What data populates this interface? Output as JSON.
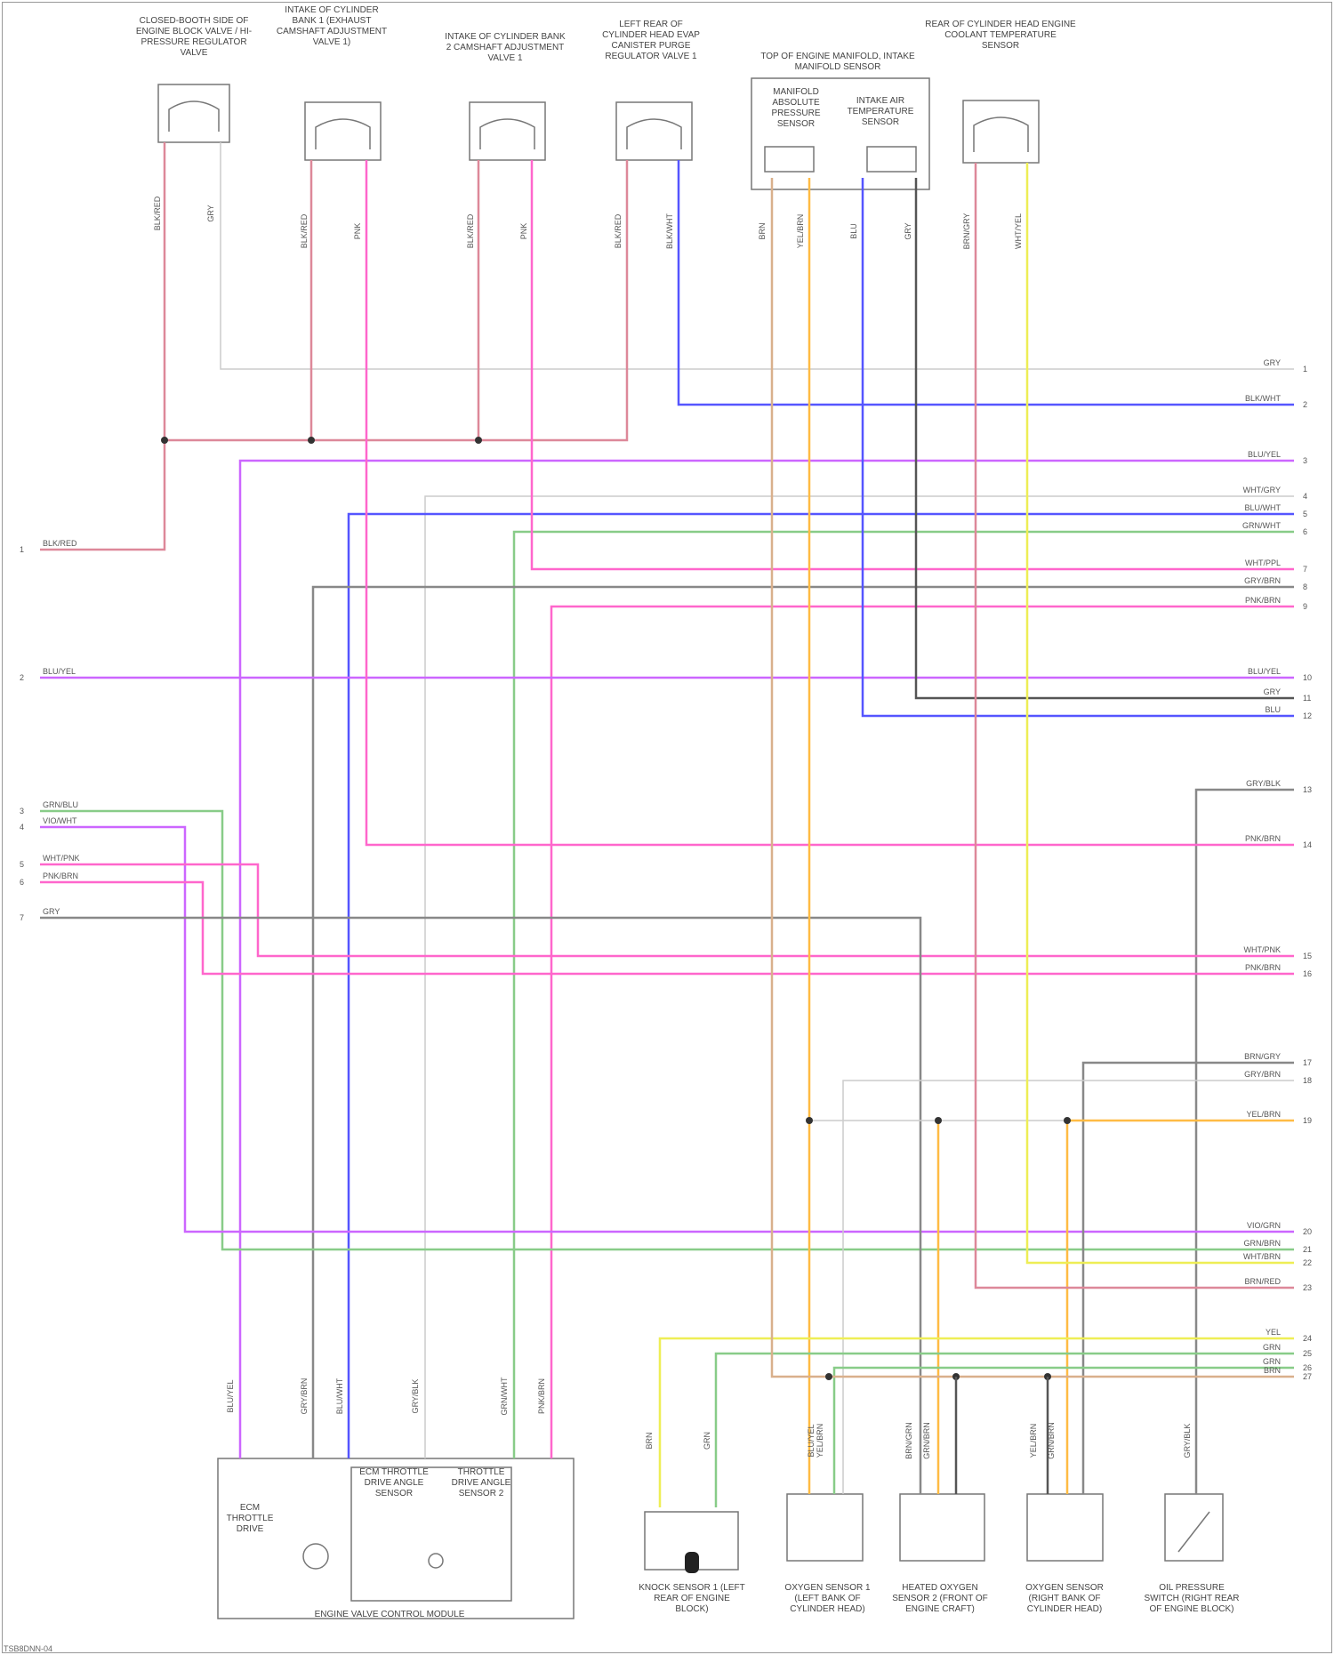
{
  "diagram": {
    "code": "TSB8DNN-04",
    "colors": {
      "pink": "#ff66cc",
      "violet": "#cc66ff",
      "blue": "#5555ff",
      "green": "#88cc88",
      "gray": "#888888",
      "lightgray": "#cccccc",
      "orange": "#ffbb44",
      "yellow": "#eeee55",
      "rose": "#dd8899",
      "tan": "#d9b08c",
      "dark": "#555555"
    },
    "components": [
      {
        "id": "top-c1",
        "label": "CLOSED-BOOTH SIDE OF ENGINE BLOCK VALVE / HI-PRESSURE REGULATOR VALVE"
      },
      {
        "id": "top-c2",
        "label": "INTAKE OF CYLINDER BANK 1 (EXHAUST CAMSHAFT ADJUSTMENT VALVE 1)"
      },
      {
        "id": "top-c3",
        "label": "INTAKE OF CYLINDER BANK 2 CAMSHAFT ADJUSTMENT VALVE 1"
      },
      {
        "id": "top-c4",
        "label": "LEFT REAR OF CYLINDER HEAD EVAP CANISTER PURGE REGULATOR VALVE 1"
      },
      {
        "id": "top-c5",
        "label": "TOP OF ENGINE MANIFOLD, INTAKE MANIFOLD SENSOR"
      },
      {
        "id": "top-c6",
        "label": "REAR OF CYLINDER HEAD ENGINE COOLANT TEMPERATURE SENSOR"
      },
      {
        "id": "bot-ecm",
        "label": "ENGINE VALVE CONTROL MODULE"
      },
      {
        "id": "bot-knock1",
        "label": "KNOCK SENSOR 1 (LEFT REAR OF ENGINE BLOCK)"
      },
      {
        "id": "bot-ho2s1",
        "label": "OXYGEN SENSOR 1 (LEFT BANK OF CYLINDER HEAD)"
      },
      {
        "id": "bot-ho2s2",
        "label": "HEATED OXYGEN SENSOR 2 (FRONT OF ENGINE CRAFT)"
      },
      {
        "id": "bot-ho2s3",
        "label": "OXYGEN SENSOR (RIGHT BANK OF CYLINDER HEAD)"
      },
      {
        "id": "bot-switch",
        "label": "OIL PRESSURE SWITCH (RIGHT REAR OF ENGINE BLOCK)"
      }
    ],
    "inner_labels": [
      {
        "id": "ecm-inner-1",
        "text": "ECM THROTTLE DRIVE"
      },
      {
        "id": "ecm-inner-2",
        "text": "ECM THROTTLE DRIVE ANGLE SENSOR"
      },
      {
        "id": "ecm-inner-3",
        "text": "THROTTLE DRIVE ANGLE SENSOR 2"
      },
      {
        "id": "map-inner-1",
        "text": "MANIFOLD ABSOLUTE PRESSURE SENSOR"
      },
      {
        "id": "map-inner-2",
        "text": "INTAKE AIR TEMPERATURE SENSOR"
      }
    ],
    "right_pins": [
      {
        "n": "1",
        "label": "GRY"
      },
      {
        "n": "2",
        "label": "BLK/WHT"
      },
      {
        "n": "3",
        "label": "BLU/YEL"
      },
      {
        "n": "4",
        "label": "WHT/GRY"
      },
      {
        "n": "5",
        "label": "BLU/WHT"
      },
      {
        "n": "6",
        "label": "GRN/WHT"
      },
      {
        "n": "7",
        "label": "WHT/PPL"
      },
      {
        "n": "8",
        "label": "GRY/BRN"
      },
      {
        "n": "9",
        "label": "PNK/BRN"
      },
      {
        "n": "10",
        "label": "BLU/YEL"
      },
      {
        "n": "11",
        "label": "GRY"
      },
      {
        "n": "12",
        "label": "BLU"
      },
      {
        "n": "13",
        "label": "GRY/BLK"
      },
      {
        "n": "14",
        "label": "PNK/BRN"
      },
      {
        "n": "15",
        "label": "WHT/PNK"
      },
      {
        "n": "16",
        "label": "PNK/BRN"
      },
      {
        "n": "17",
        "label": "BRN/GRY"
      },
      {
        "n": "18",
        "label": "GRY/BRN"
      },
      {
        "n": "19",
        "label": "YEL/BRN"
      },
      {
        "n": "20",
        "label": "VIO/GRN"
      },
      {
        "n": "21",
        "label": "GRN/BRN"
      },
      {
        "n": "22",
        "label": "WHT/BRN"
      },
      {
        "n": "23",
        "label": "BRN/RED"
      },
      {
        "n": "24",
        "label": "YEL"
      },
      {
        "n": "25",
        "label": "GRN"
      },
      {
        "n": "26",
        "label": "GRN"
      },
      {
        "n": "27",
        "label": "BRN"
      }
    ],
    "left_pins": [
      {
        "n": "1",
        "label": "BLK/RED"
      },
      {
        "n": "2",
        "label": "BLU/YEL"
      },
      {
        "n": "3",
        "label": "GRN/BLU"
      },
      {
        "n": "4",
        "label": "VIO/WHT"
      },
      {
        "n": "5",
        "label": "WHT/PNK"
      },
      {
        "n": "6",
        "label": "PNK/BRN"
      },
      {
        "n": "7",
        "label": "GRY"
      }
    ],
    "wire_labels": [
      {
        "id": "wl-1",
        "text": "BLK/RED"
      },
      {
        "id": "wl-2",
        "text": "GRY"
      },
      {
        "id": "wl-3",
        "text": "BLK/RED"
      },
      {
        "id": "wl-4",
        "text": "PNK"
      },
      {
        "id": "wl-5",
        "text": "BLK/RED"
      },
      {
        "id": "wl-6",
        "text": "PNK"
      },
      {
        "id": "wl-7",
        "text": "BLK/RED"
      },
      {
        "id": "wl-8",
        "text": "BLK/WHT"
      },
      {
        "id": "wl-9",
        "text": "BRN"
      },
      {
        "id": "wl-10",
        "text": "YEL/BRN"
      },
      {
        "id": "wl-11",
        "text": "BLU"
      },
      {
        "id": "wl-12",
        "text": "GRY"
      },
      {
        "id": "wl-13",
        "text": "BRN/GRY"
      },
      {
        "id": "wl-14",
        "text": "WHT/YEL"
      },
      {
        "id": "wl-15",
        "text": "BLU/YEL"
      },
      {
        "id": "wl-16",
        "text": "GRY/BRN"
      },
      {
        "id": "wl-17",
        "text": "BLU/WHT"
      },
      {
        "id": "wl-18",
        "text": "GRY/BLK"
      },
      {
        "id": "wl-19",
        "text": "GRN/WHT"
      },
      {
        "id": "wl-20",
        "text": "PNK/BRN"
      },
      {
        "id": "wl-21",
        "text": "BRN"
      },
      {
        "id": "wl-22",
        "text": "GRN"
      },
      {
        "id": "wl-23",
        "text": "BLU/YEL"
      },
      {
        "id": "wl-24",
        "text": "YEL/BRN"
      },
      {
        "id": "wl-25",
        "text": "BRN/GRN"
      },
      {
        "id": "wl-26",
        "text": "GRN/BRN"
      },
      {
        "id": "wl-27",
        "text": "YEL/BRN"
      },
      {
        "id": "wl-28",
        "text": "GRN/BRN"
      },
      {
        "id": "wl-29",
        "text": "GRY/BLK"
      }
    ]
  }
}
